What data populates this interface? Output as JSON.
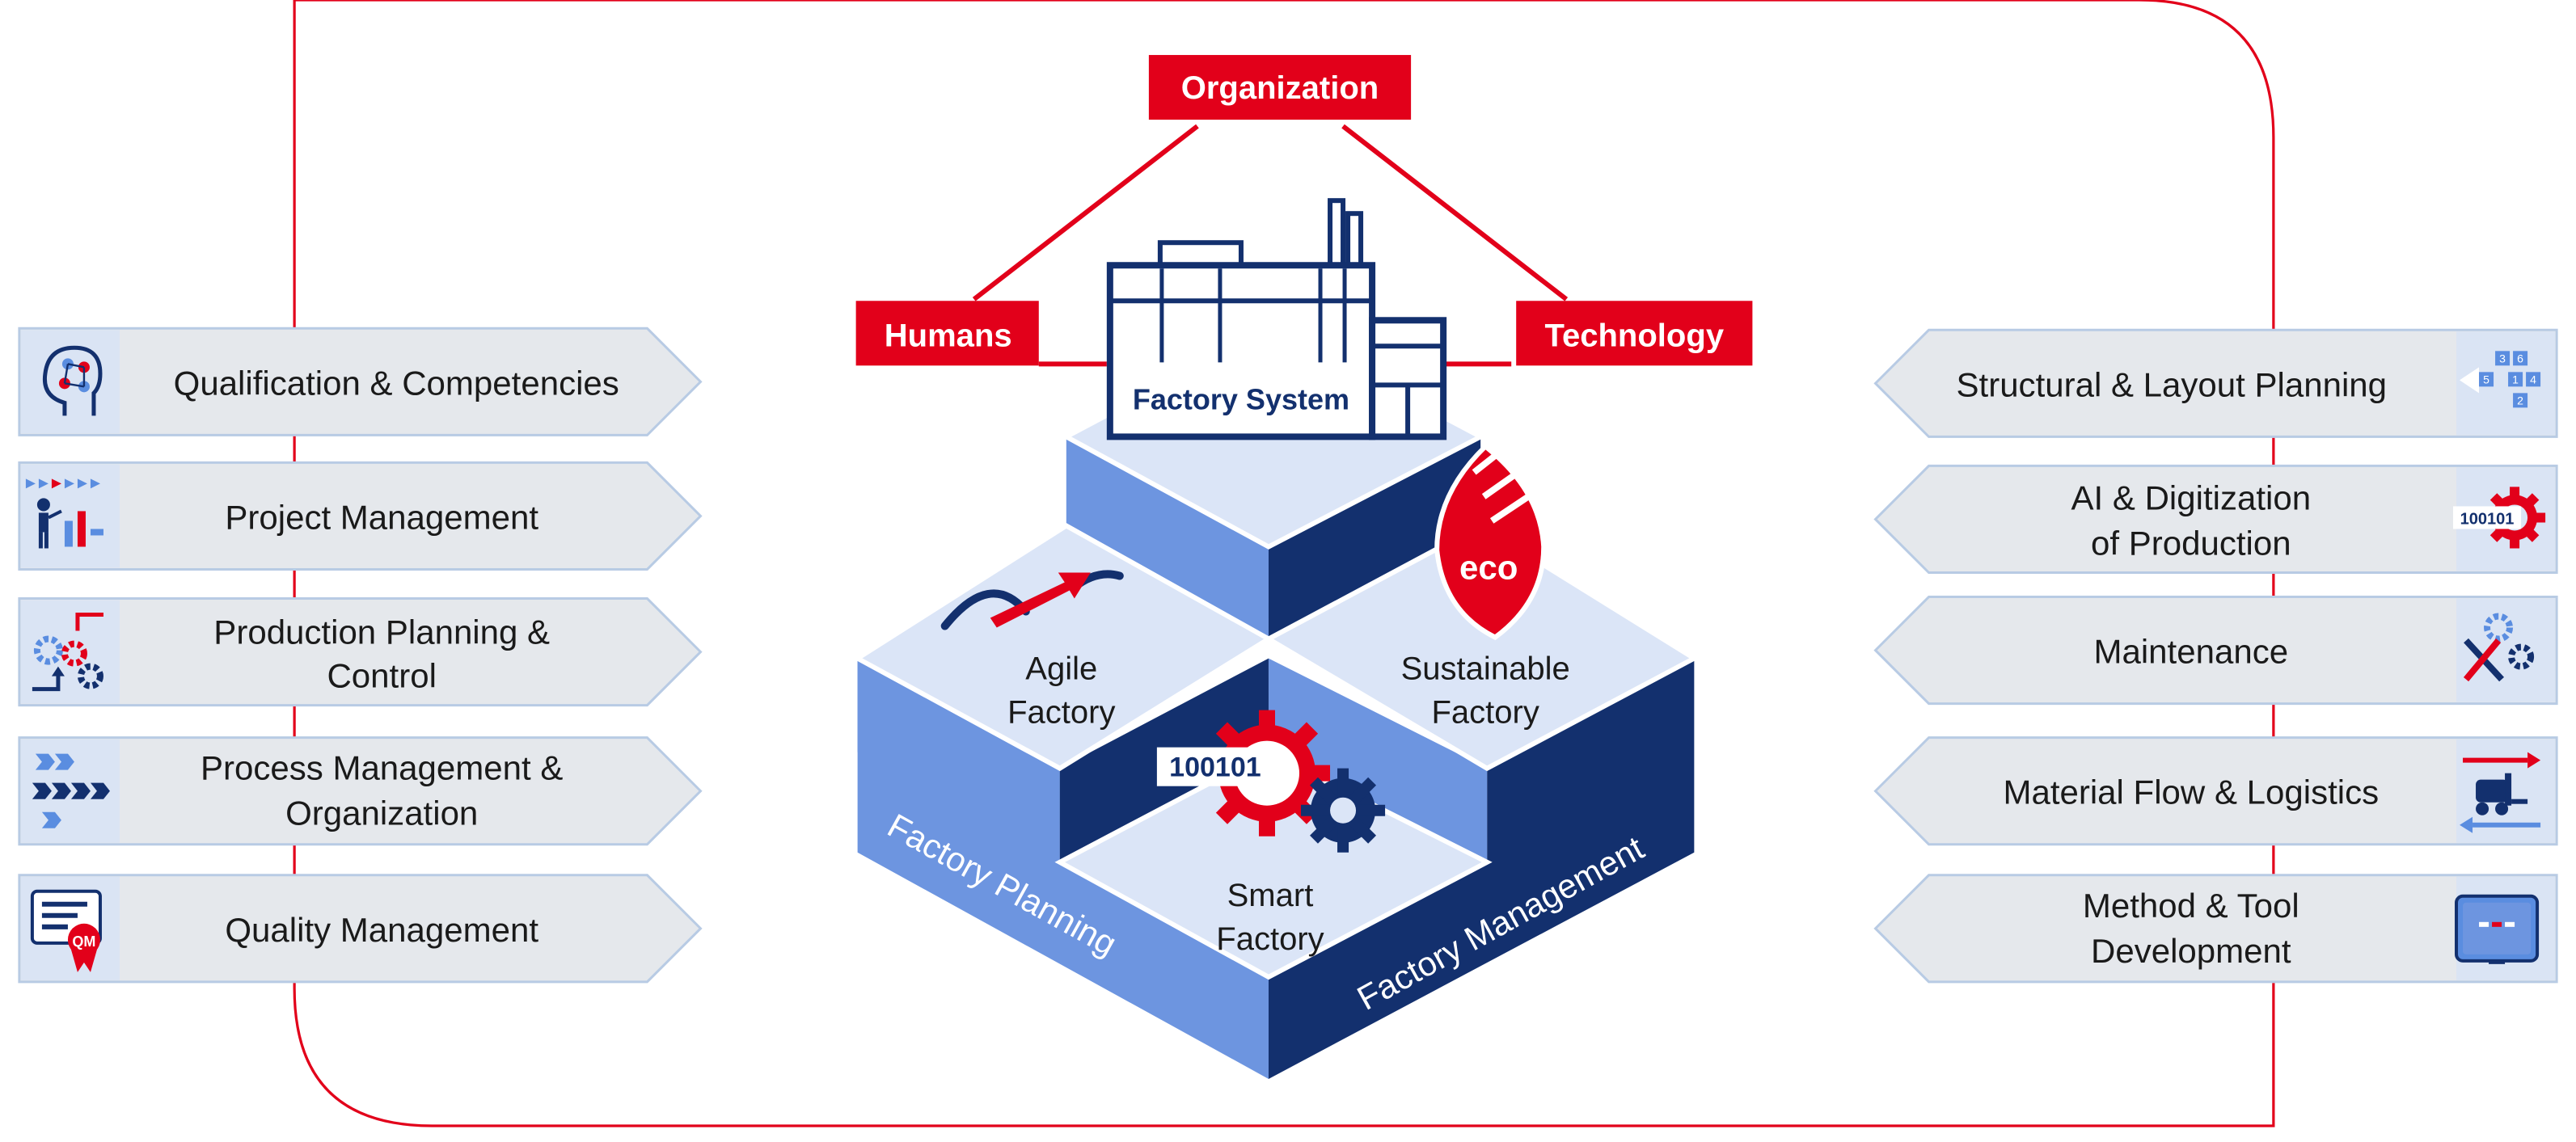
{
  "colors": {
    "red": "#e2001a",
    "navy": "#13306e",
    "mid_blue": "#6d95e0",
    "light_blue": "#dbe5f7",
    "panel_gray": "#e5e8ec",
    "panel_border": "#b8cbe4",
    "icon_bg": "#dae4f4"
  },
  "triangle": {
    "top": "Organization",
    "left": "Humans",
    "right": "Technology"
  },
  "center": {
    "building": "Factory System",
    "agile": {
      "line1": "Agile",
      "line2": "Factory"
    },
    "sustainable": {
      "line1": "Sustainable",
      "line2": "Factory"
    },
    "smart": {
      "line1": "Smart",
      "line2": "Factory"
    },
    "eco_label": "eco",
    "binary_label": "100101",
    "side_left": "Factory Planning",
    "side_right": "Factory Management"
  },
  "left_items": [
    {
      "line1": "Qualification & Competencies",
      "line2": "",
      "icon": "head-network-icon"
    },
    {
      "line1": "Project Management",
      "line2": "",
      "icon": "presentation-icon"
    },
    {
      "line1": "Production Planning &",
      "line2": "Control",
      "icon": "gears-cycle-icon"
    },
    {
      "line1": "Process Management &",
      "line2": "Organization",
      "icon": "process-arrows-icon"
    },
    {
      "line1": "Quality Management",
      "line2": "",
      "icon": "qm-certificate-icon",
      "badge": "QM"
    }
  ],
  "right_items": [
    {
      "line1": "Structural & Layout Planning",
      "line2": "",
      "icon": "layout-grid-icon",
      "grid_numbers": [
        "3",
        "6",
        "5",
        "1",
        "4",
        "2"
      ]
    },
    {
      "line1": "AI & Digitization",
      "line2": "of Production",
      "icon": "digital-gear-icon",
      "binary": "100101"
    },
    {
      "line1": "Maintenance",
      "line2": "",
      "icon": "tools-gears-icon"
    },
    {
      "line1": "Material Flow & Logistics",
      "line2": "",
      "icon": "forklift-icon"
    },
    {
      "line1": "Method & Tool",
      "line2": "Development",
      "icon": "tablet-icon"
    }
  ]
}
